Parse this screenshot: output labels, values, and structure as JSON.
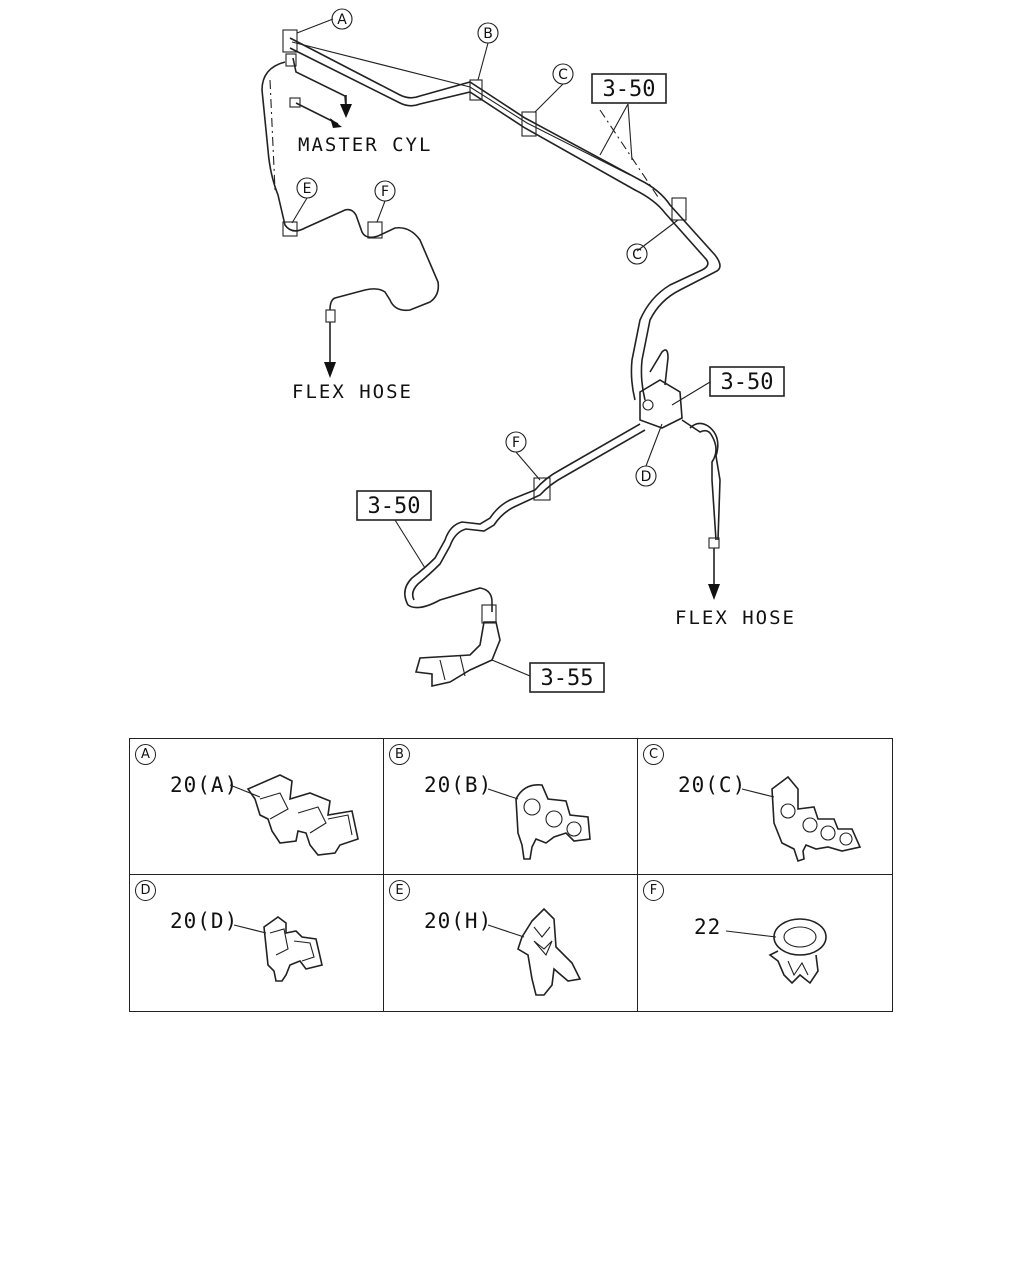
{
  "labels": {
    "master_cyl": "MASTER CYL",
    "flex_hose_left": "FLEX HOSE",
    "flex_hose_right": "FLEX HOSE"
  },
  "callouts": {
    "top_a": "A",
    "top_b": "B",
    "top_c1": "C",
    "top_c2": "C",
    "top_d": "D",
    "top_e": "E",
    "top_f1": "F",
    "top_f2": "F"
  },
  "refs": {
    "ref_top": "3-50",
    "ref_mid": "3-50",
    "ref_left": "3-50",
    "ref_bottom": "3-55"
  },
  "parts": [
    {
      "letter": "A",
      "part_no": "20(A)",
      "icon": "double-pipe-clip-icon"
    },
    {
      "letter": "B",
      "part_no": "20(B)",
      "icon": "double-pipe-clip-icon"
    },
    {
      "letter": "C",
      "part_no": "20(C)",
      "icon": "triple-pipe-clip-icon"
    },
    {
      "letter": "D",
      "part_no": "20(D)",
      "icon": "double-pipe-clip-icon"
    },
    {
      "letter": "E",
      "part_no": "20(H)",
      "icon": "single-pipe-clip-icon"
    },
    {
      "letter": "F",
      "part_no": "22",
      "icon": "ring-clamp-icon"
    }
  ]
}
